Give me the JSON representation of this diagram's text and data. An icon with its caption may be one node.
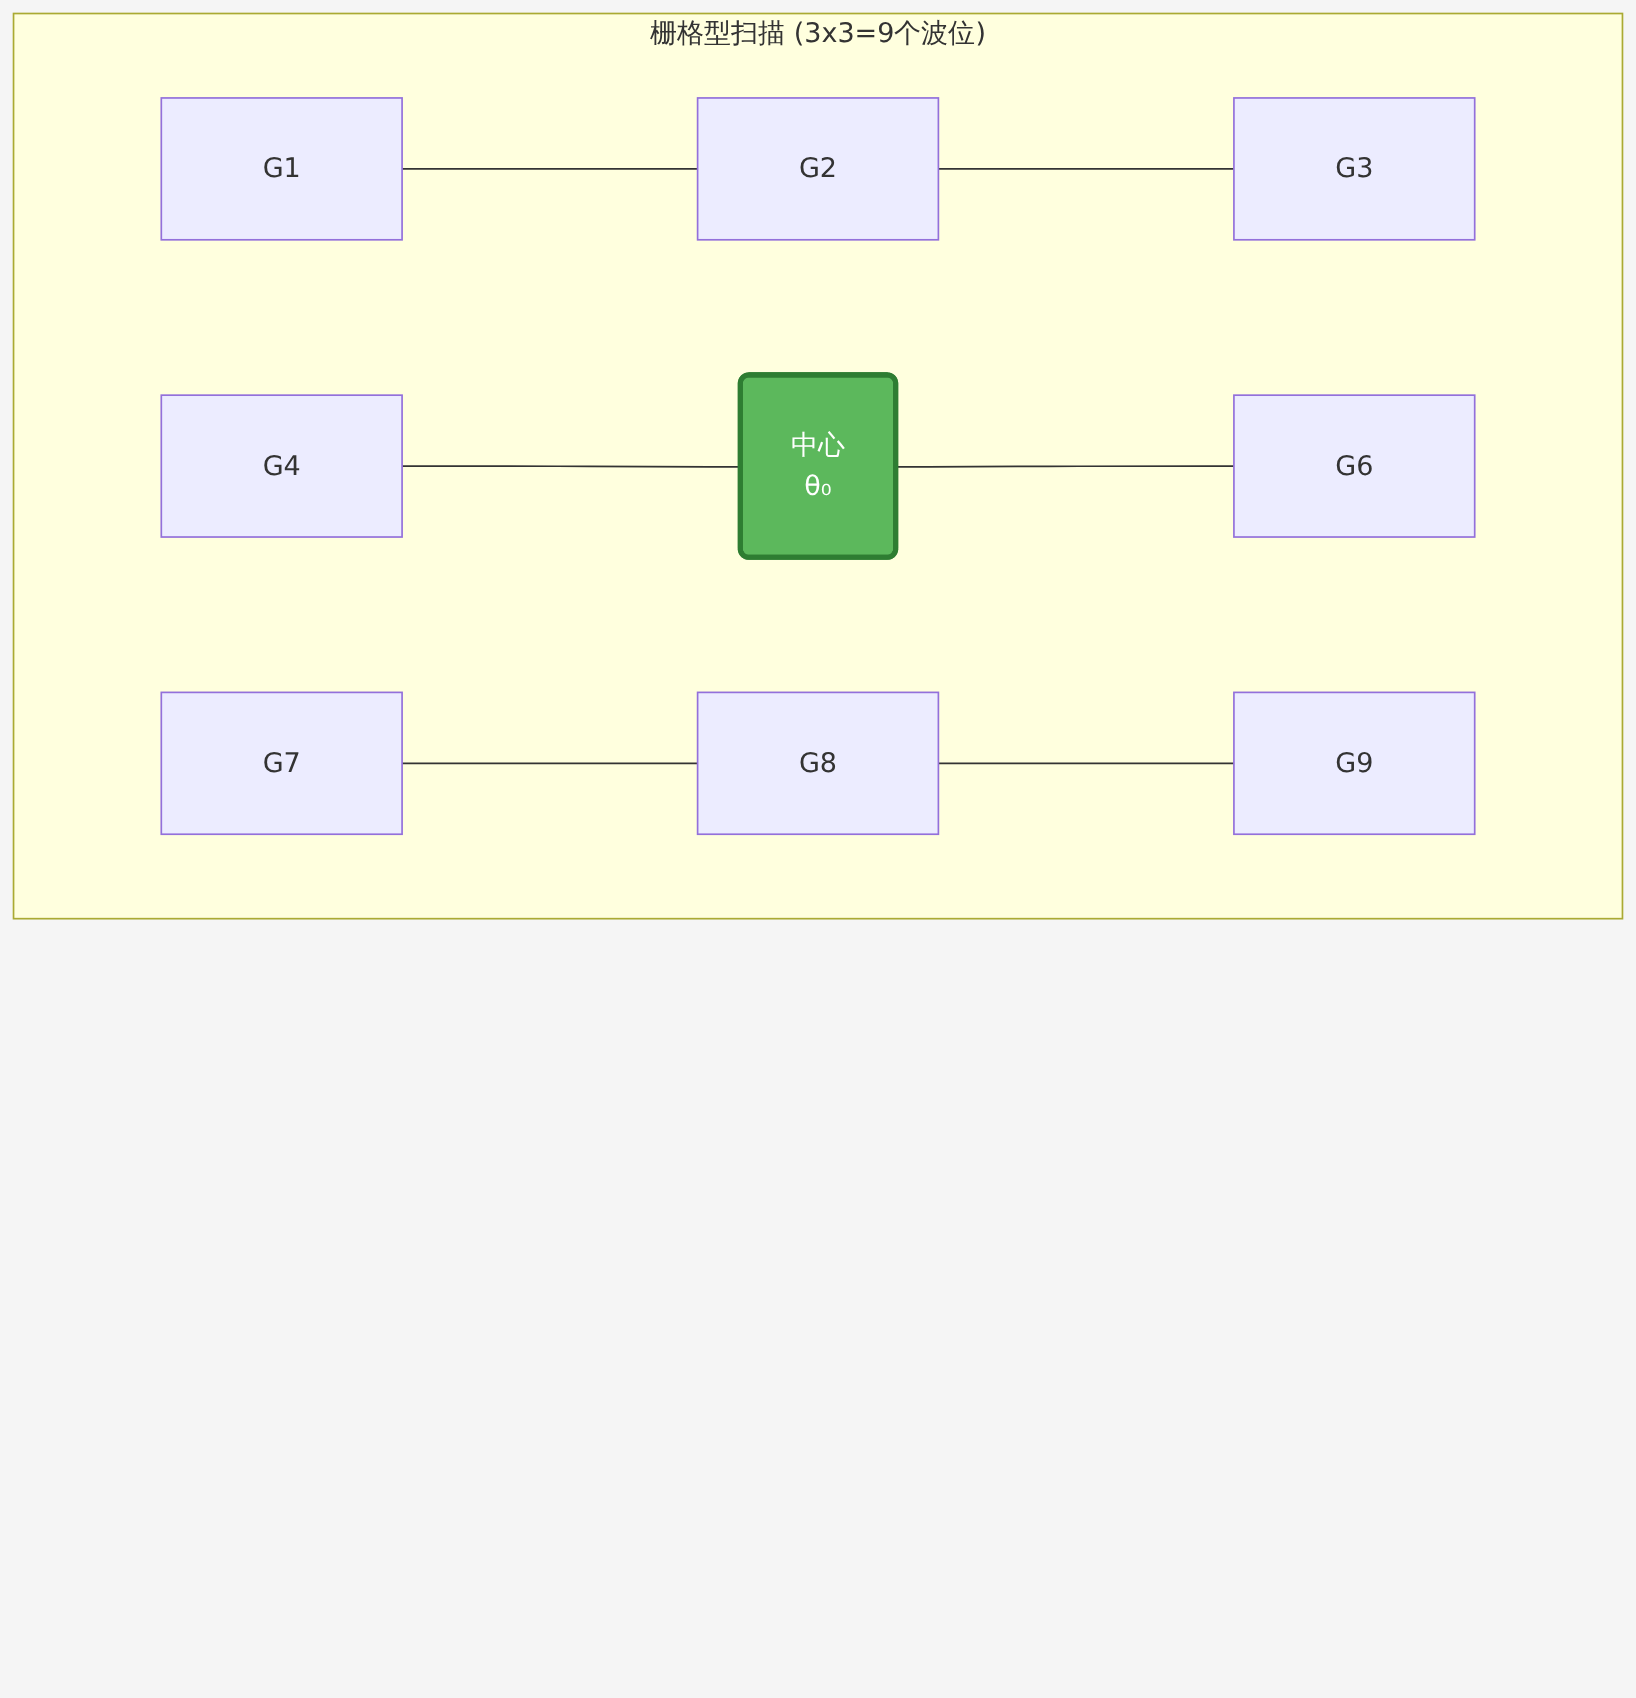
{
  "diagram": {
    "nodes": [
      {
        "text": [
          "栅格型扫描 (3x3=9个波位)"
        ]
      },
      {
        "text": [
          "G1"
        ],
        "in": 0
      },
      {
        "text": [
          "G4"
        ],
        "in": 0
      },
      {
        "text": [
          "G7"
        ],
        "in": 0
      },
      {
        "text": [
          "G2"
        ],
        "in": 0
      },
      {
        "text": [
          "中心",
          "θ₀"
        ],
        "in": 0
      },
      {
        "text": [
          "G8"
        ],
        "in": 0
      },
      {
        "text": [
          "G3"
        ],
        "in": 0
      },
      {
        "text": [
          "G6"
        ],
        "in": 0
      },
      {
        "text": [
          "G9"
        ],
        "in": 0
      }
    ],
    "edges": [
      {
        "from": 1,
        "to": 4,
        "arrow": "none"
      },
      {
        "from": 4,
        "to": 7,
        "arrow": "none"
      },
      {
        "from": 2,
        "to": 5,
        "arrow": "none"
      },
      {
        "from": 5,
        "to": 8,
        "arrow": "none"
      },
      {
        "from": 3,
        "to": 6,
        "arrow": "none"
      },
      {
        "from": 6,
        "to": 9,
        "arrow": "none"
      }
    ]
  }
}
